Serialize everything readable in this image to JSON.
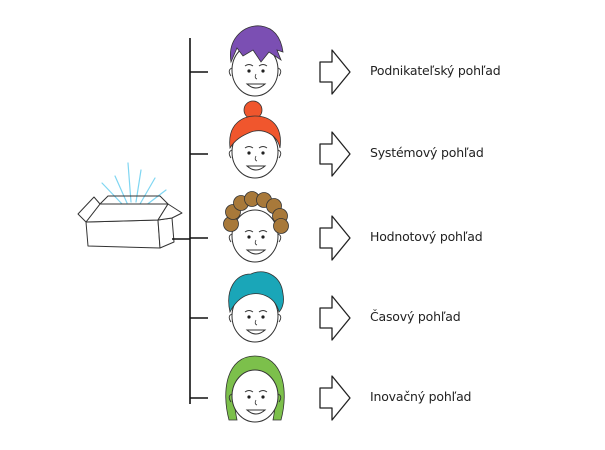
{
  "perspectives": [
    {
      "label": "Podnikateľský pohľad",
      "hair_color": "#7b4fb3",
      "hair_style": "spiky"
    },
    {
      "label": "Systémový pohľad",
      "hair_color": "#f0562d",
      "hair_style": "bun"
    },
    {
      "label": "Hodnotový pohľad",
      "hair_color": "#a8793a",
      "hair_style": "curly"
    },
    {
      "label": "Časový pohľad",
      "hair_color": "#1aa6b8",
      "hair_style": "quiff"
    },
    {
      "label": "Inovačný pohľad",
      "hair_color": "#7cc04b",
      "hair_style": "long"
    }
  ],
  "box": {
    "icon": "open-box-icon",
    "glow_color": "#7fd6f2"
  },
  "arrow_icon": "right-arrow-icon",
  "line_color": "#111111"
}
